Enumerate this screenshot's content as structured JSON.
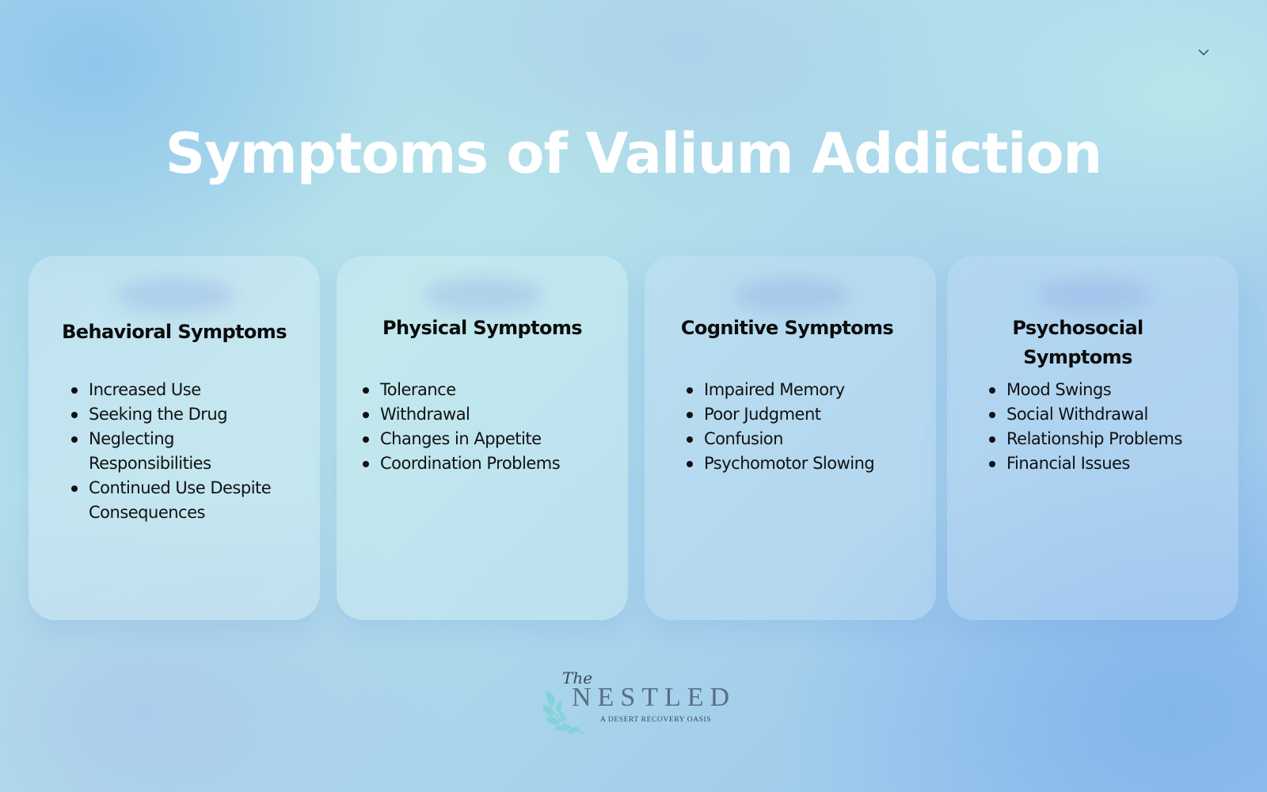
{
  "page": {
    "title": "Symptoms of Valium Addiction",
    "toggle_icon": "chevron-down-icon"
  },
  "cards": [
    {
      "heading": "Behavioral Symptoms",
      "items": [
        "Increased Use",
        "Seeking the Drug",
        "Neglecting Responsibilities",
        "Continued Use Despite Consequences"
      ]
    },
    {
      "heading": "Physical Symptoms",
      "items": [
        "Tolerance",
        "Withdrawal",
        "Changes in Appetite",
        "Coordination Problems"
      ]
    },
    {
      "heading": "Cognitive Symptoms",
      "items": [
        "Impaired Memory",
        "Poor Judgment",
        "Confusion",
        "Psychomotor Slowing"
      ]
    },
    {
      "heading": "Psychosocial Symptoms",
      "items": [
        "Mood Swings",
        "Social Withdrawal",
        "Relationship Problems",
        "Financial Issues"
      ]
    }
  ],
  "logo": {
    "the": "The",
    "name": "NESTLED",
    "tagline": "A DESERT RECOVERY OASIS"
  },
  "colors": {
    "title": "#ffffff",
    "text": "#111111",
    "logo_text": "#5a6f80",
    "logo_leaf": "#7fd3d6"
  }
}
